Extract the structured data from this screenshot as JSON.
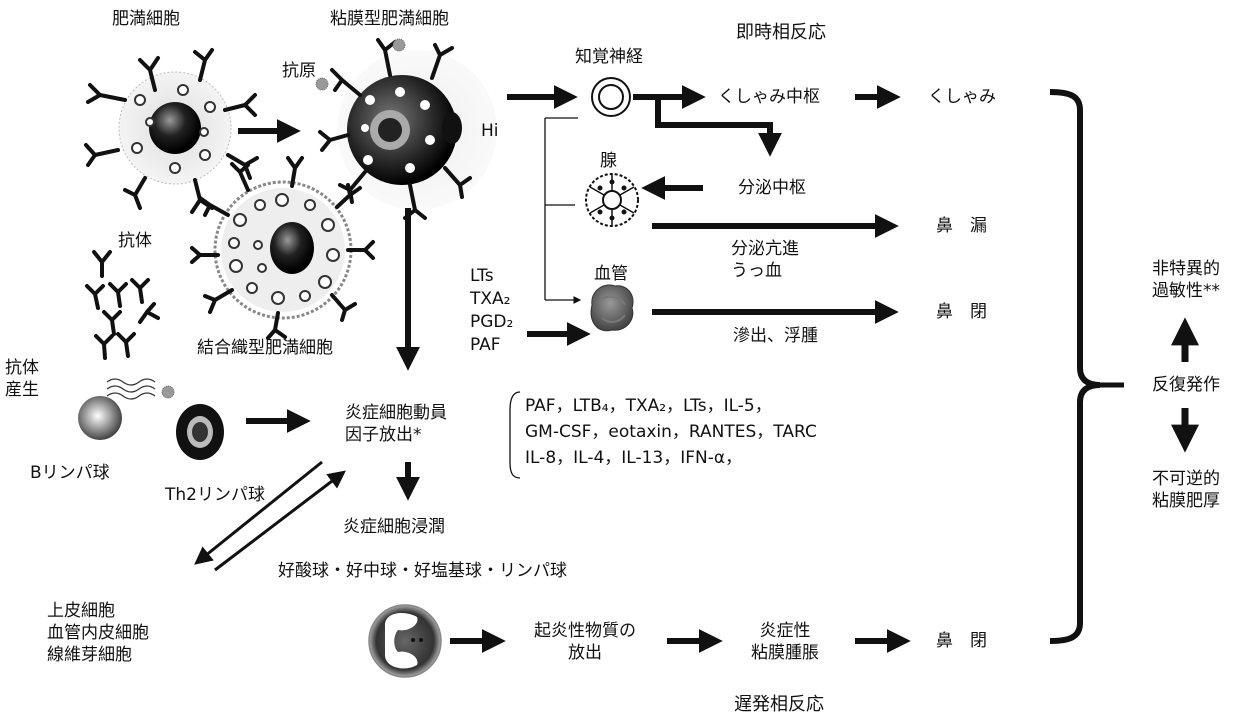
{
  "mast_cell": "肥満細胞",
  "mucosal_mast_cell": "粘膜型肥満細胞",
  "antigen": "抗原",
  "hi": "Hi",
  "antibody": "抗体",
  "connective_mast_cell": "結合織型肥満細胞",
  "antibody_production": [
    "抗体",
    "産生"
  ],
  "b_lymphocyte": "Bリンパ球",
  "th2_lymphocyte": "Th2リンパ球",
  "inflam_release": [
    "炎症細胞動員",
    "因子放出*"
  ],
  "inflam_infiltration": "炎症細胞浸潤",
  "epithelial_cells": [
    "上皮細胞",
    "血管内皮細胞",
    "線維芽細胞"
  ],
  "granulocytes": "好酸球・好中球・好塩基球・リンパ球",
  "immediate_phase": "即時相反応",
  "sensory_nerve": "知覚神経",
  "sneeze_center": "くしゃみ中枢",
  "sneeze": "くしゃみ",
  "gland": "腺",
  "secretion_center": "分泌中枢",
  "rhinorrhea": "鼻　漏",
  "secretion_hyper": [
    "分泌亢進",
    "うっ血"
  ],
  "mediators": [
    "LTs",
    "TXA₂",
    "PGD₂",
    "PAF"
  ],
  "blood_vessel": "血管",
  "nasal_block_1": "鼻　閉",
  "exudation": "滲出、浮腫",
  "mediator_list": [
    "PAF，LTB₄，TXA₂，LTs，IL-5，",
    "GM-CSF，eotaxin，RANTES，TARC",
    "IL-8，IL-4，IL-13，IFN-α，"
  ],
  "inflam_substance": [
    "起炎性物質の",
    "放出"
  ],
  "inflam_swelling": [
    "炎症性",
    "粘膜腫脹"
  ],
  "nasal_block_2": "鼻　閉",
  "late_phase": "遅発相反応",
  "nonspecific_hyper": [
    "非特異的",
    "過敏性**"
  ],
  "repeated_attacks": "反復発作",
  "irreversible": [
    "不可逆的",
    "粘膜肥厚"
  ]
}
